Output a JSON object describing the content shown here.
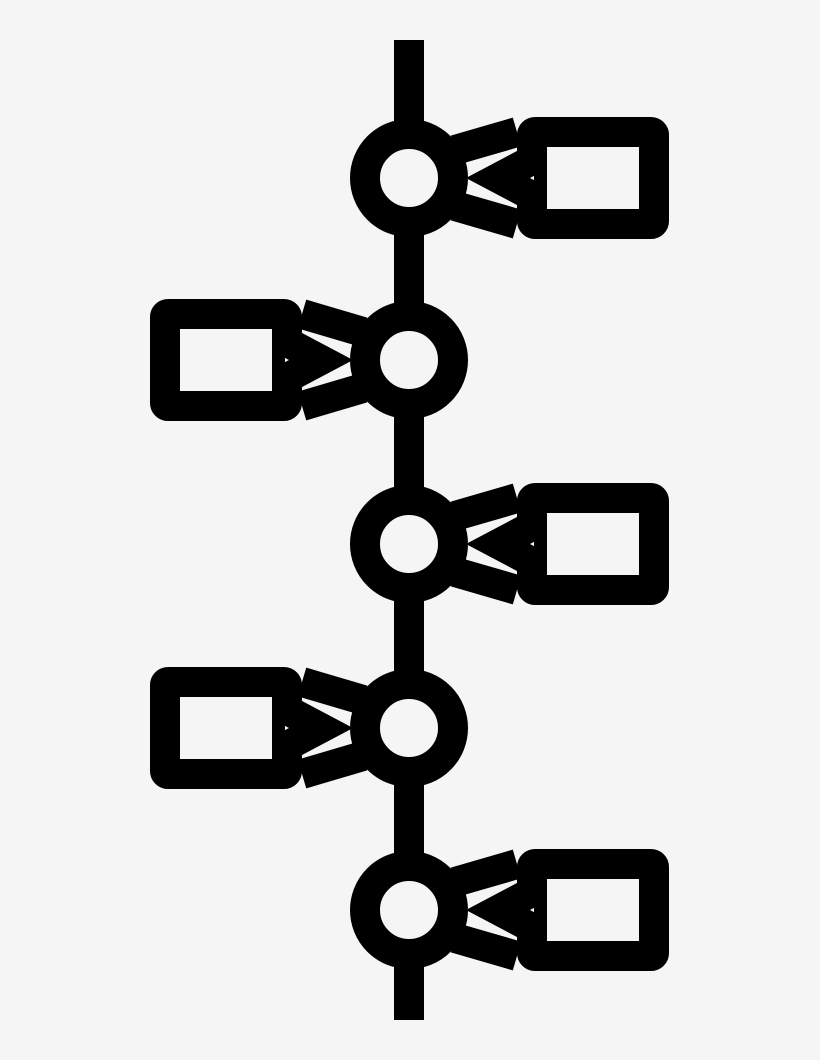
{
  "icon": {
    "name": "vertical-timeline-icon",
    "background": "#f5f5f5",
    "stroke_color": "#000000",
    "fill_color": "#f5f5f5",
    "nodes": [
      {
        "id": "node-1",
        "callout_side": "right"
      },
      {
        "id": "node-2",
        "callout_side": "left"
      },
      {
        "id": "node-3",
        "callout_side": "right"
      },
      {
        "id": "node-4",
        "callout_side": "left"
      },
      {
        "id": "node-5",
        "callout_side": "right"
      }
    ]
  }
}
